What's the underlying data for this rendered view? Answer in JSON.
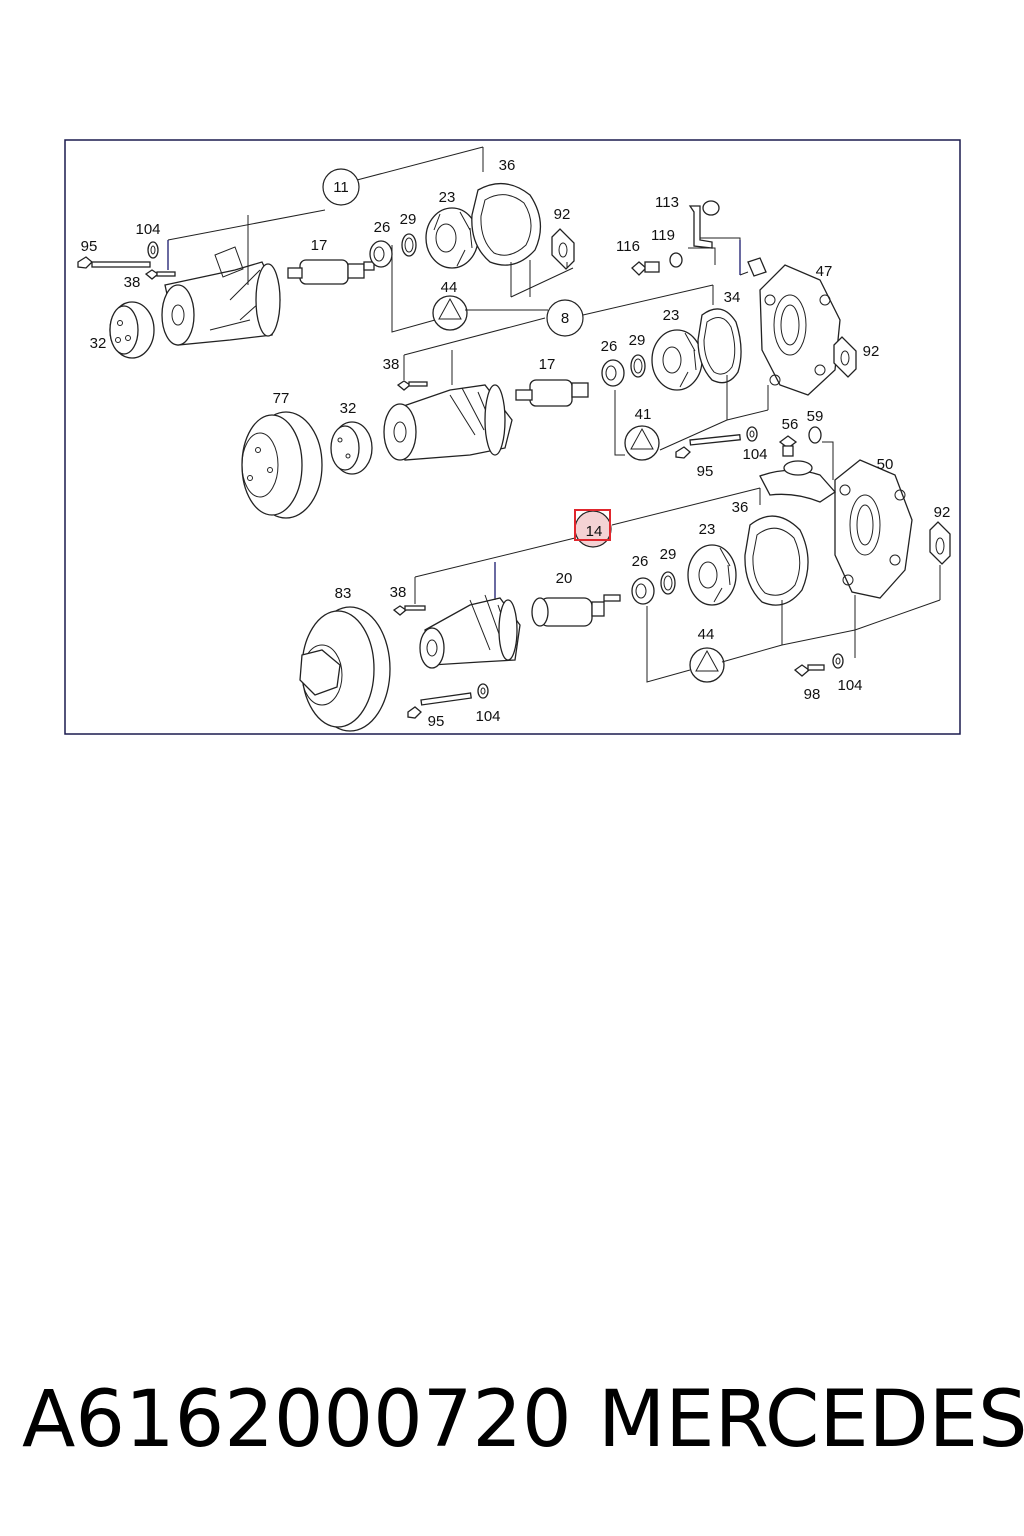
{
  "diagram": {
    "callouts": {
      "c95a": "95",
      "c104a": "104",
      "c38a": "38",
      "c32a": "32",
      "c11": "11",
      "c17a": "17",
      "c26a": "26",
      "c29a": "29",
      "c23a": "23",
      "c36a": "36",
      "c92a": "92",
      "c44a": "44",
      "c113": "113",
      "c116": "116",
      "c119": "119",
      "c47": "47",
      "c34": "34",
      "c8": "8",
      "c23b": "23",
      "c29b": "29",
      "c26b": "26",
      "c17b": "17",
      "c38b": "38",
      "c77": "77",
      "c32b": "32",
      "c92b": "92",
      "c41": "41",
      "c56": "56",
      "c59": "59",
      "c104b": "104",
      "c95b": "95",
      "c50": "50",
      "c14": "14",
      "c36b": "36",
      "c23c": "23",
      "c92c": "92",
      "c26c": "26",
      "c29c": "29",
      "c20": "20",
      "c38c": "38",
      "c83": "83",
      "c44b": "44",
      "c98": "98",
      "c104c": "104",
      "c95c": "95",
      "c104d": "104"
    },
    "highlight_color": "#e0262d"
  },
  "footer": {
    "part_number": "A6162000720",
    "brand": "MERCEDES"
  }
}
